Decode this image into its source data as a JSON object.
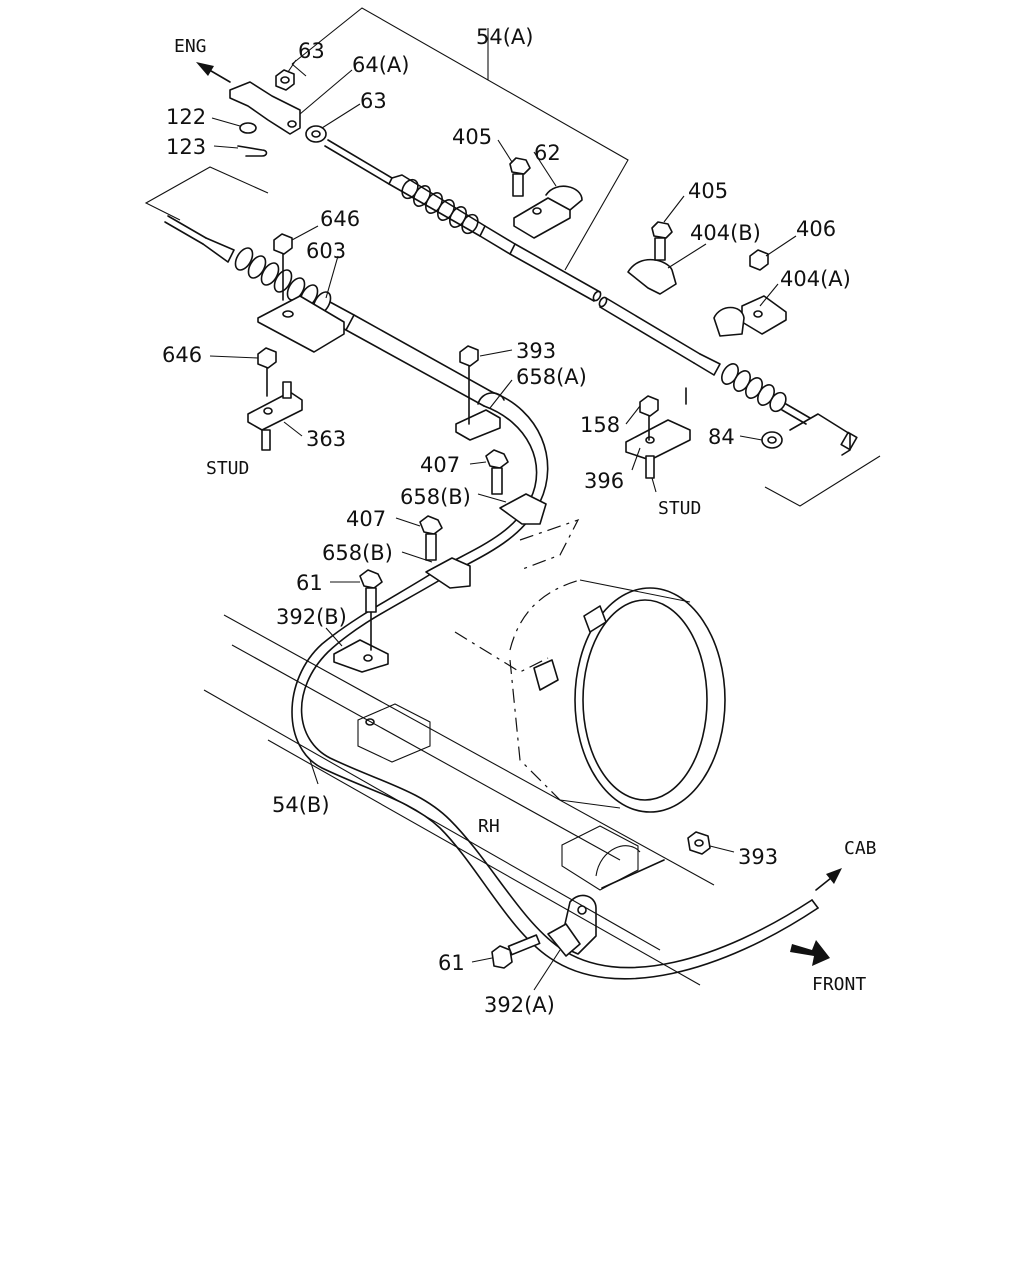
{
  "labels": {
    "eng": "ENG",
    "cab": "CAB",
    "front": "FRONT",
    "rh": "RH",
    "stud_left": "STUD",
    "stud_right": "STUD",
    "p63a": "63",
    "p64a": "64(A)",
    "p54a": "54(A)",
    "p122": "122",
    "p63b": "63",
    "p123": "123",
    "p405a": "405",
    "p62": "62",
    "p405b": "405",
    "p404b": "404(B)",
    "p406": "406",
    "p404a": "404(A)",
    "p646a": "646",
    "p603": "603",
    "p646b": "646",
    "p393a": "393",
    "p658a": "658(A)",
    "p363": "363",
    "p158": "158",
    "p84": "84",
    "p407a": "407",
    "p658b1": "658(B)",
    "p396": "396",
    "p407b": "407",
    "p658b2": "658(B)",
    "p61a": "61",
    "p392b": "392(B)",
    "p54b": "54(B)",
    "p393b": "393",
    "p61b": "61",
    "p392a": "392(A)"
  }
}
